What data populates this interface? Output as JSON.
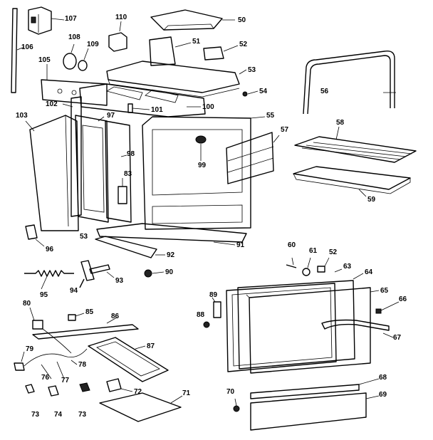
{
  "labels": {
    "p107": "107",
    "p50": "50",
    "p110": "110",
    "p106": "106",
    "p108": "108",
    "p109": "109",
    "p51": "51",
    "p52a": "52",
    "p105": "105",
    "p53a": "53",
    "p54": "54",
    "p56": "56",
    "p102": "102",
    "p101": "101",
    "p100": "100",
    "p103": "103",
    "p97": "97",
    "p55": "55",
    "p57": "57",
    "p58": "58",
    "p99": "99",
    "p98": "98",
    "p83": "83",
    "p59": "59",
    "p53b": "53",
    "p96": "96",
    "p91": "91",
    "p92": "92",
    "p60": "60",
    "p61": "61",
    "p52b": "52",
    "p63": "63",
    "p64": "64",
    "p93": "93",
    "p90": "90",
    "p95": "95",
    "p94": "94",
    "p65": "65",
    "p66": "66",
    "p89": "89",
    "p80": "80",
    "p85": "85",
    "p86": "86",
    "p88": "88",
    "p67": "67",
    "p87": "87",
    "p79": "79",
    "p78": "78",
    "p76": "76",
    "p77": "77",
    "p68": "68",
    "p72": "72",
    "p71": "71",
    "p70": "70",
    "p69": "69",
    "p73a": "73",
    "p74": "74",
    "p73b": "73"
  }
}
